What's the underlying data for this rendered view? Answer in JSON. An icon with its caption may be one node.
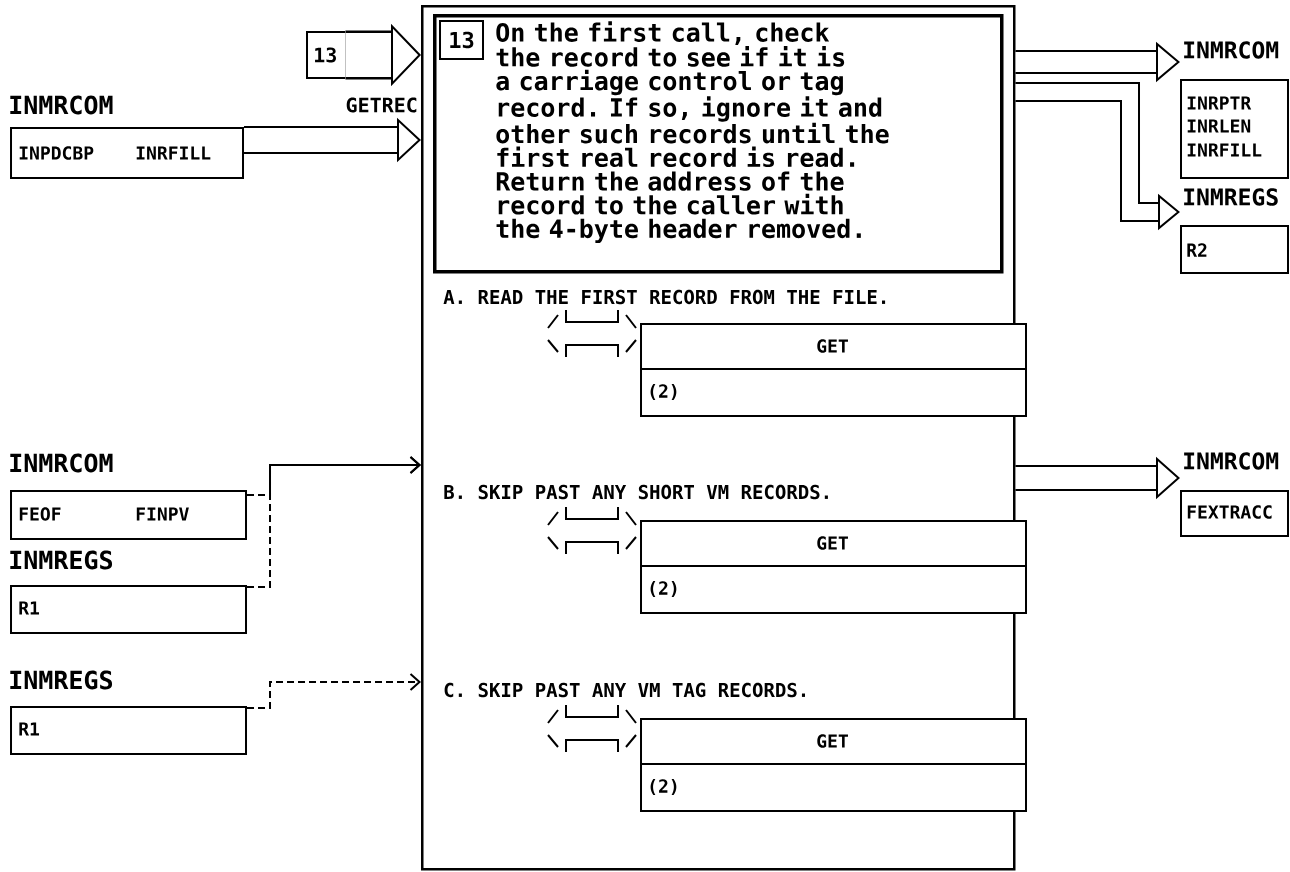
{
  "diagram": {
    "nodes": [
      {
        "text": [
          "13"
        ]
      },
      {
        "text": [
          "INMRCOM",
          "INPDCBP",
          "INRFILL"
        ]
      },
      {
        "text": [],
        "shape": "box"
      },
      {
        "text": [
          "13",
          "On the first call, check the record to see if it is a carriage control or tag record. If so, ignore it and other such records until the first real record is read. Return the address of the record to the caller with the 4-byte header removed."
        ],
        "in": 2
      },
      {
        "text": [
          "GET",
          "(2)"
        ],
        "in": 2
      },
      {
        "text": [
          "GET",
          "(2)"
        ],
        "in": 2
      },
      {
        "text": [
          "GET",
          "(2)"
        ],
        "in": 2
      },
      {
        "text": [
          "INMRCOM",
          "INRPTR",
          "INRLEN",
          "INRFILL"
        ]
      },
      {
        "text": [
          "INMREGS",
          "R2"
        ]
      },
      {
        "text": [
          "INMRCOM",
          "FEXTRACC"
        ]
      },
      {
        "text": [
          "INMRCOM",
          "FEOF",
          "FINPV"
        ]
      },
      {
        "text": [
          "INMREGS",
          "R1"
        ]
      },
      {
        "text": [
          "INMREGS",
          "R1"
        ]
      }
    ],
    "edges": [
      {
        "from": 0,
        "to": 2,
        "arrow": "to",
        "style": "thick"
      },
      {
        "from": 1,
        "to": 2,
        "arrow": "to"
      },
      {
        "from": 2,
        "to": 7,
        "arrow": "to"
      },
      {
        "from": 2,
        "to": 8,
        "arrow": "to"
      },
      {
        "from": 2,
        "to": 9,
        "arrow": "to"
      },
      {
        "from": 10,
        "to": 2,
        "arrow": "to",
        "style": "dashed"
      },
      {
        "from": 11,
        "to": 2,
        "arrow": "to",
        "style": "dashed"
      },
      {
        "from": 12,
        "to": 2,
        "arrow": "to",
        "style": "dashed"
      }
    ],
    "labels": [
      "GETREC",
      "A. READ THE FIRST RECORD FROM THE FILE.",
      "B. SKIP PAST ANY SHORT VM RECORDS.",
      "C. SKIP PAST ANY VM TAG RECORDS."
    ]
  }
}
